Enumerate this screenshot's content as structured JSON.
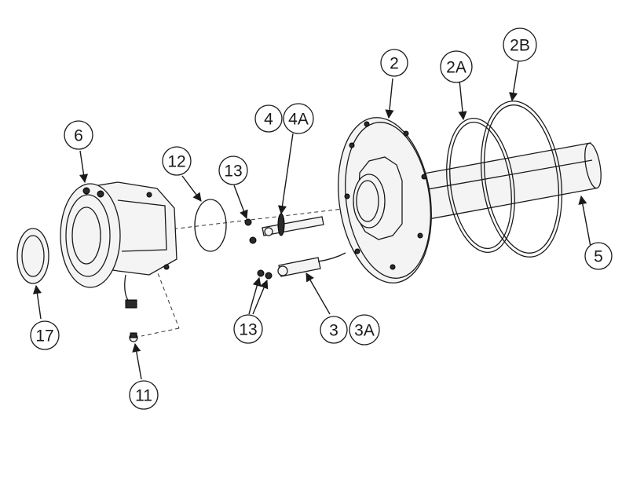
{
  "callouts": {
    "c2": "2",
    "c2A": "2A",
    "c2B": "2B",
    "c4": "4",
    "c4A": "4A",
    "c6": "6",
    "c12": "12",
    "c13_top": "13",
    "c13_bottom": "13",
    "c5": "5",
    "c3": "3",
    "c3A": "3A",
    "c17": "17",
    "c11": "11"
  }
}
